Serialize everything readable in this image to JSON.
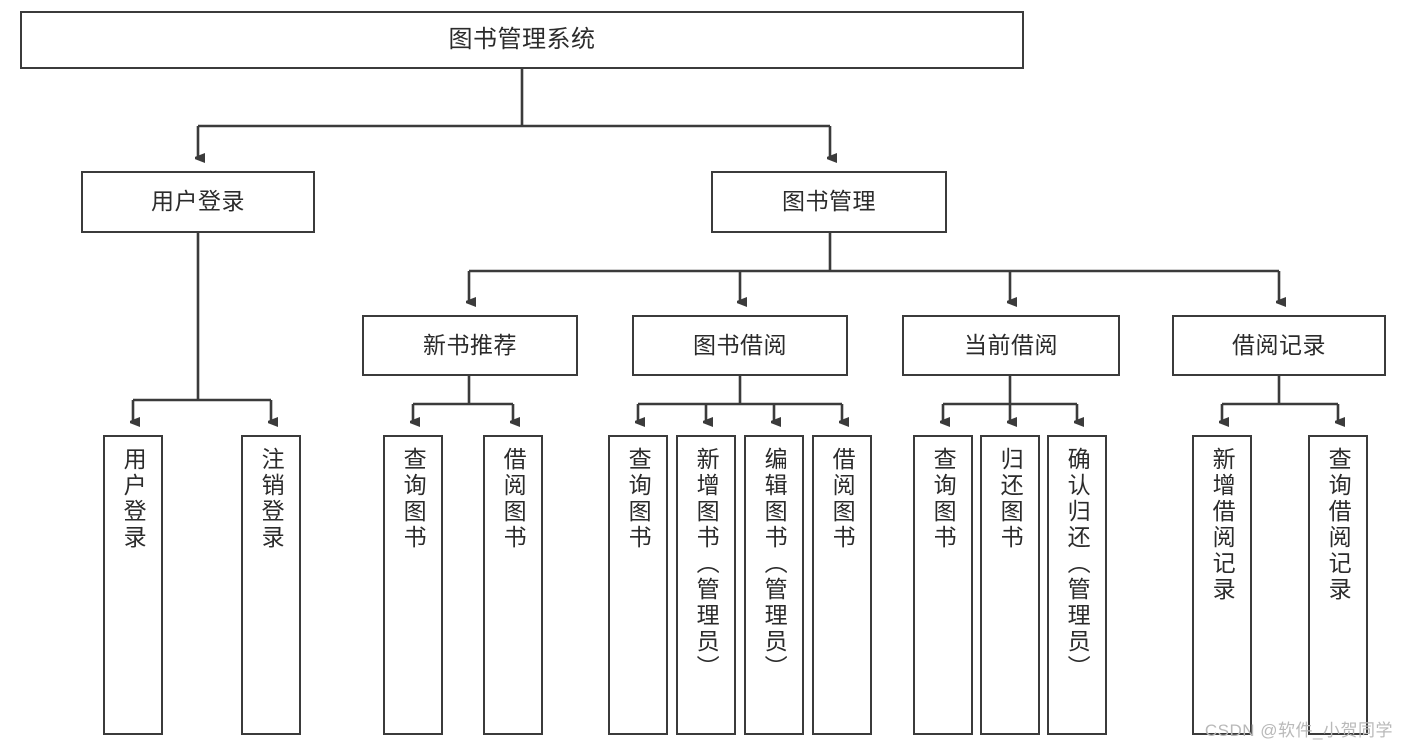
{
  "diagram": {
    "title": "图书管理系统",
    "watermark": "CSDN @软件_小贺同学",
    "colors": {
      "border": "#3b3b3b",
      "background": "#ffffff",
      "text": "#2b2b2b",
      "line": "#3b3b3b",
      "watermark": "#b9b9b9"
    },
    "levels": {
      "root": "图书管理系统",
      "level2": [
        "用户登录",
        "图书管理"
      ],
      "level3": [
        "新书推荐",
        "图书借阅",
        "当前借阅",
        "借阅记录"
      ]
    },
    "nodes": {
      "root": {
        "label": "图书管理系统"
      },
      "user_login": {
        "label": "用户登录"
      },
      "book_manage": {
        "label": "图书管理"
      },
      "new_book_rec": {
        "label": "新书推荐"
      },
      "book_borrow": {
        "label": "图书借阅"
      },
      "current_borrow": {
        "label": "当前借阅"
      },
      "borrow_record": {
        "label": "借阅记录"
      },
      "leaf_user_login": {
        "label": "用户登录"
      },
      "leaf_logout": {
        "label": "注销登录"
      },
      "leaf_query_book_a": {
        "label": "查询图书"
      },
      "leaf_borrow_book_a": {
        "label": "借阅图书"
      },
      "leaf_query_book_b": {
        "label": "查询图书"
      },
      "leaf_add_book": {
        "label": "新增图书（管理员）"
      },
      "leaf_edit_book": {
        "label": "编辑图书（管理员）"
      },
      "leaf_borrow_book_b": {
        "label": "借阅图书"
      },
      "leaf_query_book_c": {
        "label": "查询图书"
      },
      "leaf_return_book": {
        "label": "归还图书"
      },
      "leaf_confirm_return": {
        "label": "确认归还（管理员）"
      },
      "leaf_add_record": {
        "label": "新增借阅记录"
      },
      "leaf_query_record": {
        "label": "查询借阅记录"
      }
    },
    "edges": [
      {
        "from": "root",
        "to": "user_login"
      },
      {
        "from": "root",
        "to": "book_manage"
      },
      {
        "from": "user_login",
        "to": "leaf_user_login"
      },
      {
        "from": "user_login",
        "to": "leaf_logout"
      },
      {
        "from": "book_manage",
        "to": "new_book_rec"
      },
      {
        "from": "book_manage",
        "to": "book_borrow"
      },
      {
        "from": "book_manage",
        "to": "current_borrow"
      },
      {
        "from": "book_manage",
        "to": "borrow_record"
      },
      {
        "from": "new_book_rec",
        "to": "leaf_query_book_a"
      },
      {
        "from": "new_book_rec",
        "to": "leaf_borrow_book_a"
      },
      {
        "from": "book_borrow",
        "to": "leaf_query_book_b"
      },
      {
        "from": "book_borrow",
        "to": "leaf_add_book"
      },
      {
        "from": "book_borrow",
        "to": "leaf_edit_book"
      },
      {
        "from": "book_borrow",
        "to": "leaf_borrow_book_b"
      },
      {
        "from": "current_borrow",
        "to": "leaf_query_book_c"
      },
      {
        "from": "current_borrow",
        "to": "leaf_return_book"
      },
      {
        "from": "current_borrow",
        "to": "leaf_confirm_return"
      },
      {
        "from": "borrow_record",
        "to": "leaf_add_record"
      },
      {
        "from": "borrow_record",
        "to": "leaf_query_record"
      }
    ]
  }
}
